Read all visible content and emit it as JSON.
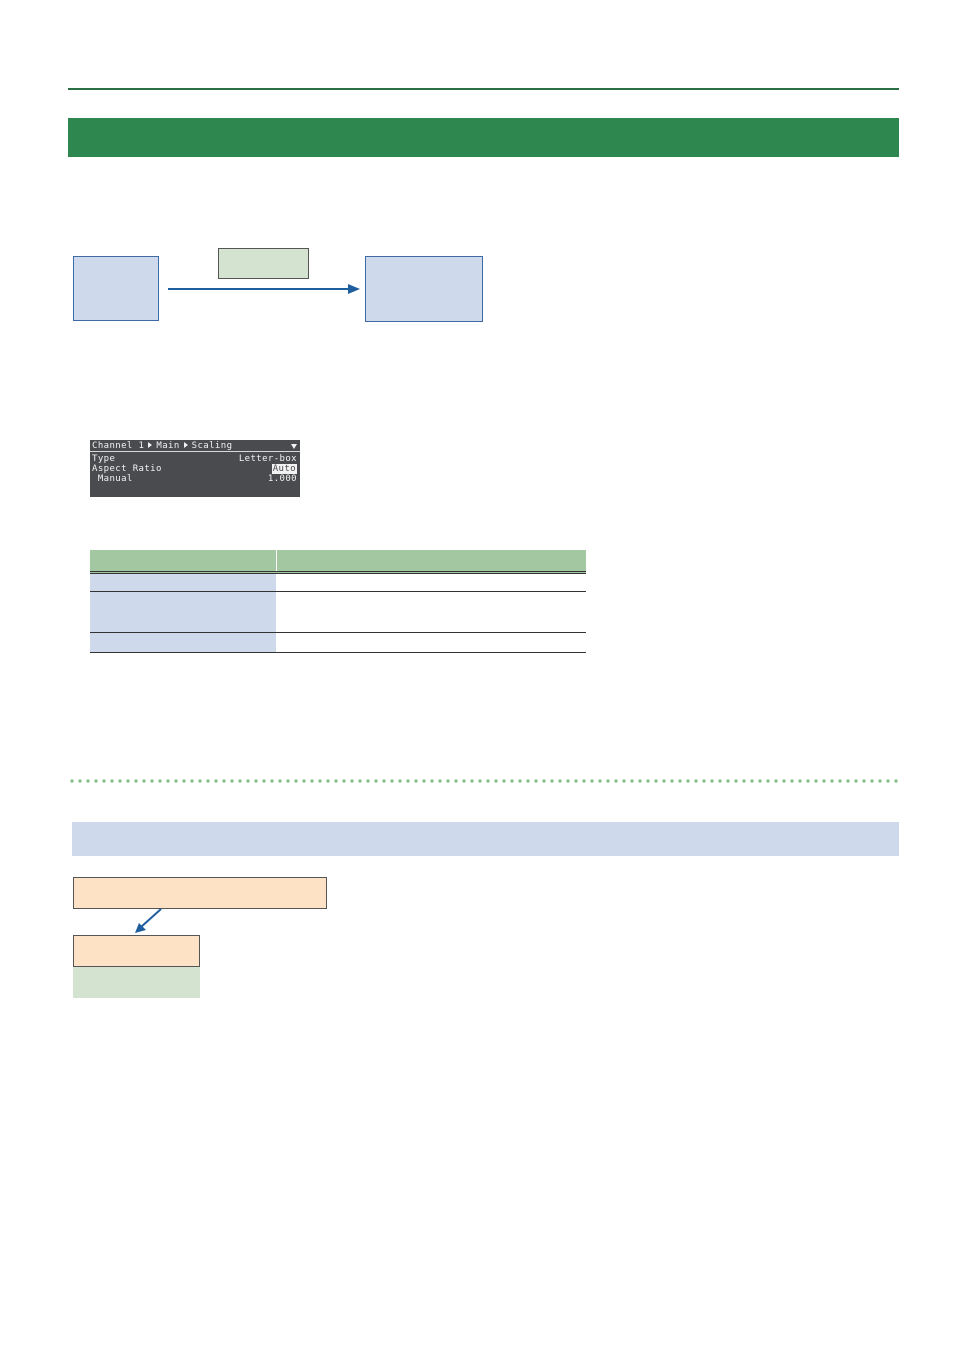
{
  "lcd": {
    "breadcrumb": [
      "Channel 1",
      "Main",
      "Scaling"
    ],
    "rows": [
      {
        "label": "Type",
        "value": "Letter-box"
      },
      {
        "label": "Aspect Ratio",
        "value": "Auto"
      },
      {
        "label": " Manual",
        "value": "1.000"
      }
    ]
  },
  "colors": {
    "brand_green": "#2d874f",
    "rule_green": "#2a6e43",
    "light_blue": "#cfd9ec",
    "light_green": "#d3e3cf",
    "header_green": "#a3c7a0",
    "peach": "#fde2c6",
    "arrow_blue": "#1f5e9e",
    "lcd_background": "#4a4b4f"
  }
}
